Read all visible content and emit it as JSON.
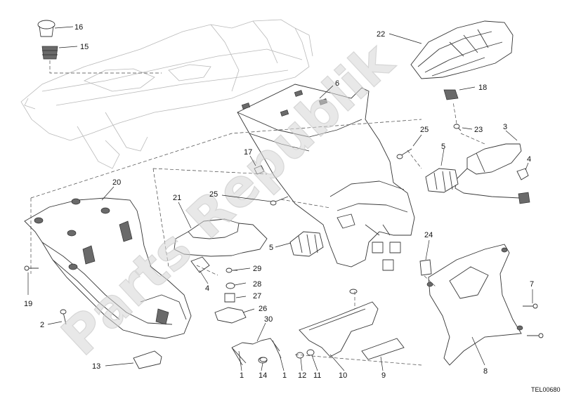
{
  "diagram": {
    "watermark": "Parts Republik",
    "reference_code": "TEL00680",
    "callouts": [
      {
        "num": "16"
      },
      {
        "num": "15"
      },
      {
        "num": "22"
      },
      {
        "num": "6"
      },
      {
        "num": "18"
      },
      {
        "num": "3"
      },
      {
        "num": "23"
      },
      {
        "num": "25"
      },
      {
        "num": "5"
      },
      {
        "num": "4"
      },
      {
        "num": "17"
      },
      {
        "num": "20"
      },
      {
        "num": "21"
      },
      {
        "num": "25"
      },
      {
        "num": "5"
      },
      {
        "num": "24"
      },
      {
        "num": "29"
      },
      {
        "num": "28"
      },
      {
        "num": "27"
      },
      {
        "num": "4"
      },
      {
        "num": "26"
      },
      {
        "num": "30"
      },
      {
        "num": "7"
      },
      {
        "num": "19"
      },
      {
        "num": "2"
      },
      {
        "num": "13"
      },
      {
        "num": "1"
      },
      {
        "num": "14"
      },
      {
        "num": "1"
      },
      {
        "num": "12"
      },
      {
        "num": "11"
      },
      {
        "num": "10"
      },
      {
        "num": "9"
      },
      {
        "num": "8"
      }
    ]
  }
}
